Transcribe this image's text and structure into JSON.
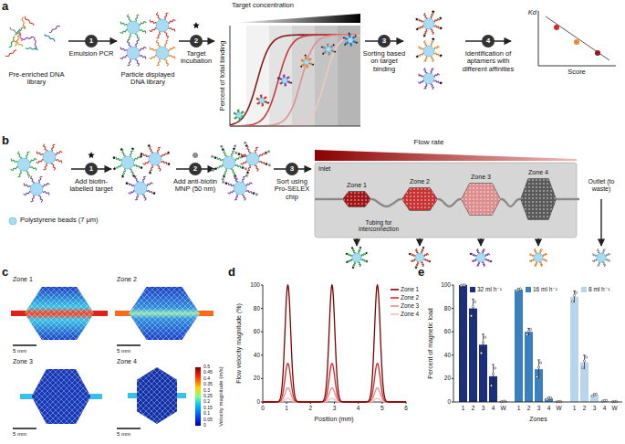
{
  "diagram": {
    "nodes": [
      {
        "text": [
          "1",
          "Emulsion PCR"
        ]
      },
      {
        "text": [
          "2",
          "Target incubation"
        ]
      },
      {
        "text": [
          "3",
          "Sorting based on target binding"
        ]
      },
      {
        "text": [
          "4",
          "Identification of aptamers with different affinities"
        ]
      },
      {
        "text": [
          "1",
          "Add biotin-labelled target"
        ]
      },
      {
        "text": [
          "2",
          "Add anti-biotin MNP (50 nm)"
        ]
      },
      {
        "text": [
          "3",
          "Sort using Pro-SELEX chip"
        ]
      },
      {
        "text": [
          "Inlet"
        ]
      },
      {
        "text": [
          "Zone 1"
        ],
        "in": 7
      },
      {
        "text": [
          "Zone 2"
        ],
        "in": 7
      },
      {
        "text": [
          "Zone 3"
        ],
        "in": 7
      },
      {
        "text": [
          "Zone 4"
        ],
        "in": 7
      }
    ],
    "edges": [
      {
        "from": 8,
        "to": 9,
        "arrow": "none"
      },
      {
        "from": 9,
        "to": 10,
        "arrow": "none"
      },
      {
        "from": 10,
        "to": 11,
        "arrow": "none"
      }
    ],
    "labels": [
      "a",
      "Pre-enriched DNA library",
      "Particle displayed DNA library",
      "Target concentration",
      "Percent of total binding",
      "Kd",
      "Score",
      "b",
      "Polystyrene beads (7 μm)",
      "Flow rate",
      "Tubing for interconnection",
      "Outlet (to waste)",
      "c",
      "Zone 1",
      "5 mm",
      "Zone 2",
      "5 mm",
      "Zone 3",
      "5 mm",
      "Zone 4",
      "5 mm",
      "Velocity magnitude (m/s)",
      "0.5",
      "0.45",
      "0.4",
      "0.35",
      "0.3",
      "0.25",
      "0.2",
      "0.15",
      "0.1",
      "0.05",
      "0",
      "d",
      "Flow velocity magnitude (%)",
      "0",
      "20",
      "40",
      "60",
      "80",
      "100",
      "0",
      "1",
      "2",
      "3",
      "4",
      "5",
      "6",
      "Position (mm)",
      "e",
      "Percent of magnetic load",
      "0",
      "20",
      "40",
      "60",
      "80",
      "100",
      "1",
      "2",
      "3",
      "4",
      "W",
      "1",
      "2",
      "3",
      "4",
      "W",
      "1",
      "2",
      "3",
      "4",
      "W",
      "Zones"
    ],
    "legend": [
      {
        "text": "Zone 1"
      },
      {
        "text": "Zone 2"
      },
      {
        "text": "Zone 3"
      },
      {
        "text": "Zone 4"
      },
      {
        "text": "32 ml h⁻¹",
        "color": "#1c2f7a"
      },
      {
        "text": "16 ml h⁻¹",
        "color": "#3a7fc0"
      },
      {
        "text": "8 ml h⁻¹",
        "color": "#b9d5ee"
      }
    ]
  }
}
